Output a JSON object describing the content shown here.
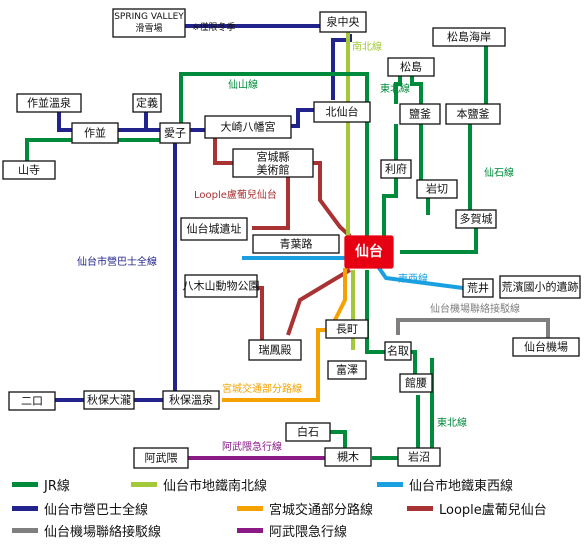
{
  "colors": {
    "jr": "#008a3c",
    "namboku": "#a3c93a",
    "tozai": "#1aa0e0",
    "miyagi_bus": "#f5a200",
    "loople": "#a93232",
    "airport": "#7f7f7f",
    "abukuma": "#8b1a87",
    "city_bus": "#23238e"
  },
  "stations": {
    "sendai": "仙台",
    "izumi_chuo": "泉中央",
    "kita_sendai": "北仙台",
    "spring_valley_1": "SPRING VALLEY",
    "spring_valley_2": "滑雪場",
    "sakunami_onsen": "作並溫泉",
    "sakunami": "作並",
    "jogi": "定義",
    "yamadera": "山寺",
    "ayashi": "愛子",
    "osaki_hachimangu": "大崎八幡宮",
    "miyagi_museum_1": "宮城縣",
    "miyagi_museum_2": "美術館",
    "sendai_castle": "仙台城遺址",
    "aobadori": "青葉路",
    "yagiyama_zoo": "八木山動物公園",
    "zuihoden": "瑞鳳殿",
    "nagamachi": "長町",
    "tomizawa": "富澤",
    "natori": "名取",
    "tateshita": "館腰",
    "iwanuma": "岩沼",
    "tsukinoki": "槻木",
    "shiroishi": "白石",
    "abukuma": "阿武隈",
    "futakuchi": "二口",
    "akiu_otaki": "秋保大瀧",
    "akiu_onsen": "秋保溫泉",
    "matsushima_kaigan": "松島海岸",
    "matsushima": "松島",
    "shiogama": "鹽釜",
    "hon_shiogama": "本鹽釜",
    "rifu": "利府",
    "iwakiri": "岩切",
    "tagajo": "多賀城",
    "arai": "荒井",
    "arahama": "荒濱國小的遺跡",
    "sendai_airport": "仙台機場"
  },
  "labels": {
    "namboku_line": "南北線",
    "senzan_line": "仙山線",
    "tohoku_line_north": "東北線",
    "senseki_line": "仙石線",
    "loople_route": "Loople盧葡兒仙台",
    "city_bus_route": "仙台市營巴士全線",
    "tozai_line": "東西線",
    "airport_line": "仙台機場聯絡接駁線",
    "miyagi_bus_route": "宮城交通部分路線",
    "abukuma_line": "阿武隈急行線",
    "tohoku_line_south": "東北線",
    "winter_note": "※僅限冬季"
  },
  "legend": [
    {
      "label": "JR線",
      "color": "#008a3c"
    },
    {
      "label": "仙台市地鐵南北線",
      "color": "#a3c93a"
    },
    {
      "label": "仙台市地鐵東西線",
      "color": "#1aa0e0"
    },
    {
      "label": "仙台市營巴士全線",
      "color": "#23238e"
    },
    {
      "label": "宮城交通部分路線",
      "color": "#f5a200"
    },
    {
      "label": "Loople盧葡兒仙台",
      "color": "#a93232"
    },
    {
      "label": "仙台機場聯絡接駁線",
      "color": "#7f7f7f"
    },
    {
      "label": "阿武隈急行線",
      "color": "#8b1a87"
    }
  ]
}
